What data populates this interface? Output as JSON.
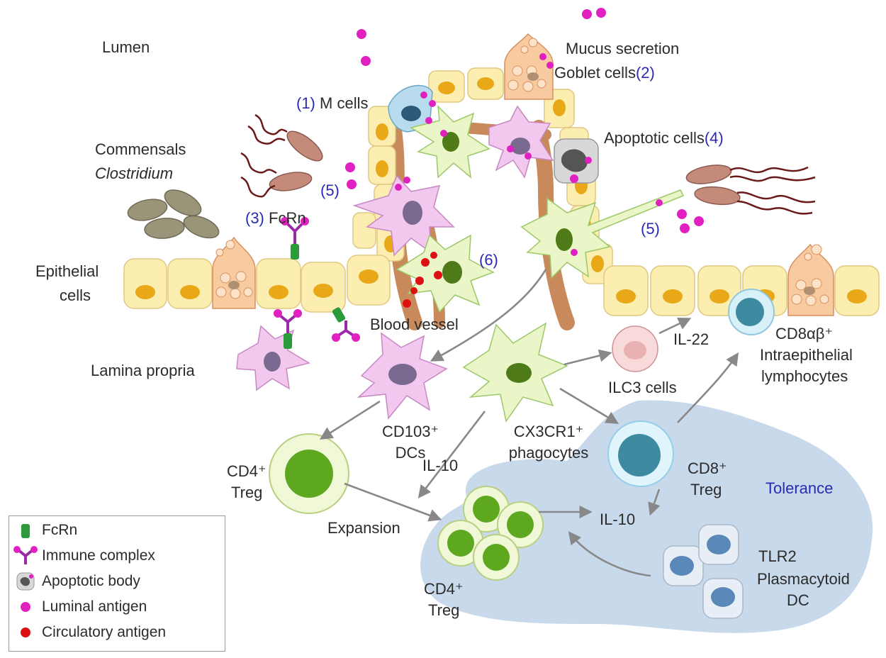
{
  "labels": {
    "lumen": "Lumen",
    "mucus_secretion": "Mucus secretion",
    "goblet_cells": "Goblet cells",
    "goblet_cells_num": "(2)",
    "m_cells_num": "(1)",
    "m_cells": "M cells",
    "apoptotic_cells": "Apoptotic cells",
    "apoptotic_cells_num": "(4)",
    "commensals": "Commensals",
    "clostridium": "Clostridium",
    "num5_left": "(5)",
    "num5_right": "(5)",
    "fcrn_num": "(3)",
    "fcrn": "FcRn",
    "num6": "(6)",
    "epithelial_line1": "Epithelial",
    "epithelial_line2": "cells",
    "blood_vessel": "Blood vessel",
    "il22": "IL-22",
    "cd8ab_line1": "CD8αβ⁺",
    "cd8ab_line2": "Intraepithelial",
    "cd8ab_line3": "lymphocytes",
    "lamina_propria": "Lamina propria",
    "ilc3": "ILC3 cells",
    "cd103_line1": "CD103⁺",
    "cd103_line2": "DCs",
    "cx3cr1_line1": "CX3CR1⁺",
    "cx3cr1_line2": "phagocytes",
    "cd4_treg_top_line1": "CD4⁺",
    "cd4_treg_top_line2": "Treg",
    "il10_left": "IL-10",
    "cd8_treg_line1": "CD8⁺",
    "cd8_treg_line2": "Treg",
    "tolerance": "Tolerance",
    "expansion": "Expansion",
    "il10_center": "IL-10",
    "cd4_treg_bottom_line1": "CD4⁺",
    "cd4_treg_bottom_line2": "Treg",
    "tlr2_line1": "TLR2",
    "tlr2_line2": "Plasmacytoid",
    "tlr2_line3": "DC"
  },
  "legend": {
    "items": [
      {
        "icon": "fcrn-icon",
        "label": "FcRn"
      },
      {
        "icon": "immune-complex-icon",
        "label": "Immune complex"
      },
      {
        "icon": "apoptotic-body-icon",
        "label": "Apoptotic body"
      },
      {
        "icon": "luminal-antigen-icon",
        "label": "Luminal antigen"
      },
      {
        "icon": "circulatory-antigen-icon",
        "label": "Circulatory antigen"
      }
    ]
  },
  "colors": {
    "epithelial": "#fbeeb0",
    "nucleus": "#e8a818",
    "goblet": "#f8caa0",
    "dc_pink": "#f2c8ee",
    "phagocyte_green": "#eaf5c8",
    "nucleus_green": "#4e7a18",
    "treg_green": "#5ea820",
    "cd8_blue": "#3e8aa0",
    "tolerance_bg": "#c8d8ec",
    "luminal_antigen": "#e020c0",
    "circulatory_antigen": "#dd1111",
    "fcrn": "#2a9a3a",
    "immune_complex": "#9a2aa8",
    "blood_vessel": "#c88a5a",
    "bacteria": "#c48a7a",
    "label_blue": "#2a2ab8"
  }
}
